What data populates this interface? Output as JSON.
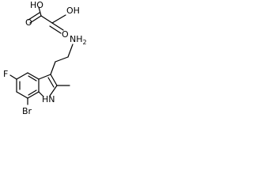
{
  "molecule": {
    "components": [
      "oxalic-acid",
      "indole-ethylamine"
    ],
    "atoms": {
      "oh_top": "OH",
      "o_top": "O",
      "oh_bottom": "HO",
      "o_bottom": "O",
      "amine": "NH2",
      "fluoro": "F",
      "bromo": "Br",
      "ring_nh": "HN"
    },
    "bond_color": "#000000"
  }
}
